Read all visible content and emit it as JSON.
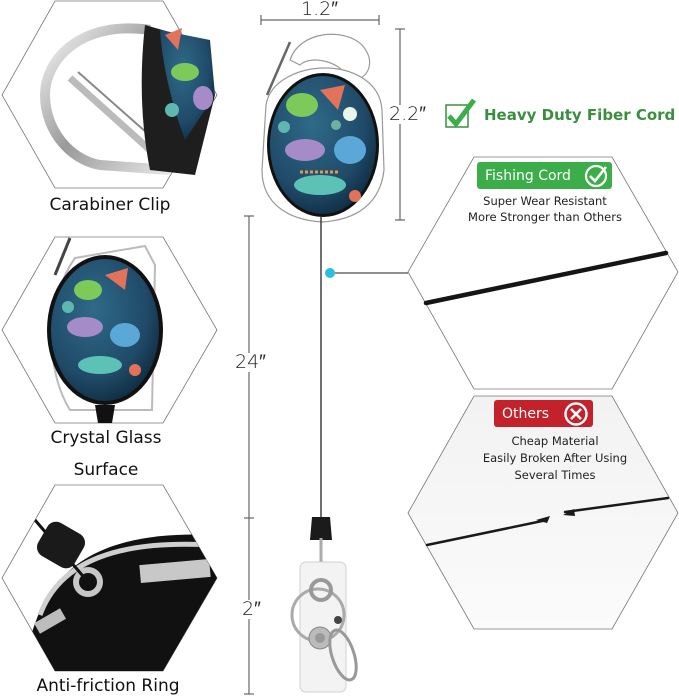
{
  "features": {
    "carabiner": {
      "label": "Carabiner Clip"
    },
    "crystal": {
      "line1": "Crystal Glass",
      "line2": "Surface"
    },
    "ring": {
      "label": "Anti-friction Ring"
    }
  },
  "dimensions": {
    "width": "1.2″",
    "height": "2.2″",
    "cord_length": "24″",
    "clip_length": "2″"
  },
  "comparison": {
    "heading": "Heavy Duty Fiber Cord",
    "good": {
      "badge": "Fishing Cord",
      "line1": "Super Wear Resistant",
      "line2": "More Stronger than Others",
      "color": "#3cae49"
    },
    "bad": {
      "badge": "Others",
      "line1": "Cheap Material",
      "line2": "Easily Broken After Using",
      "line3": "Several Times",
      "color": "#c4222b"
    }
  },
  "colors": {
    "heading_green": "#3a8f3e",
    "check_green": "#3cae49",
    "callout_dot": "#2bbfdc",
    "badge_bg": "#1f4a68"
  }
}
